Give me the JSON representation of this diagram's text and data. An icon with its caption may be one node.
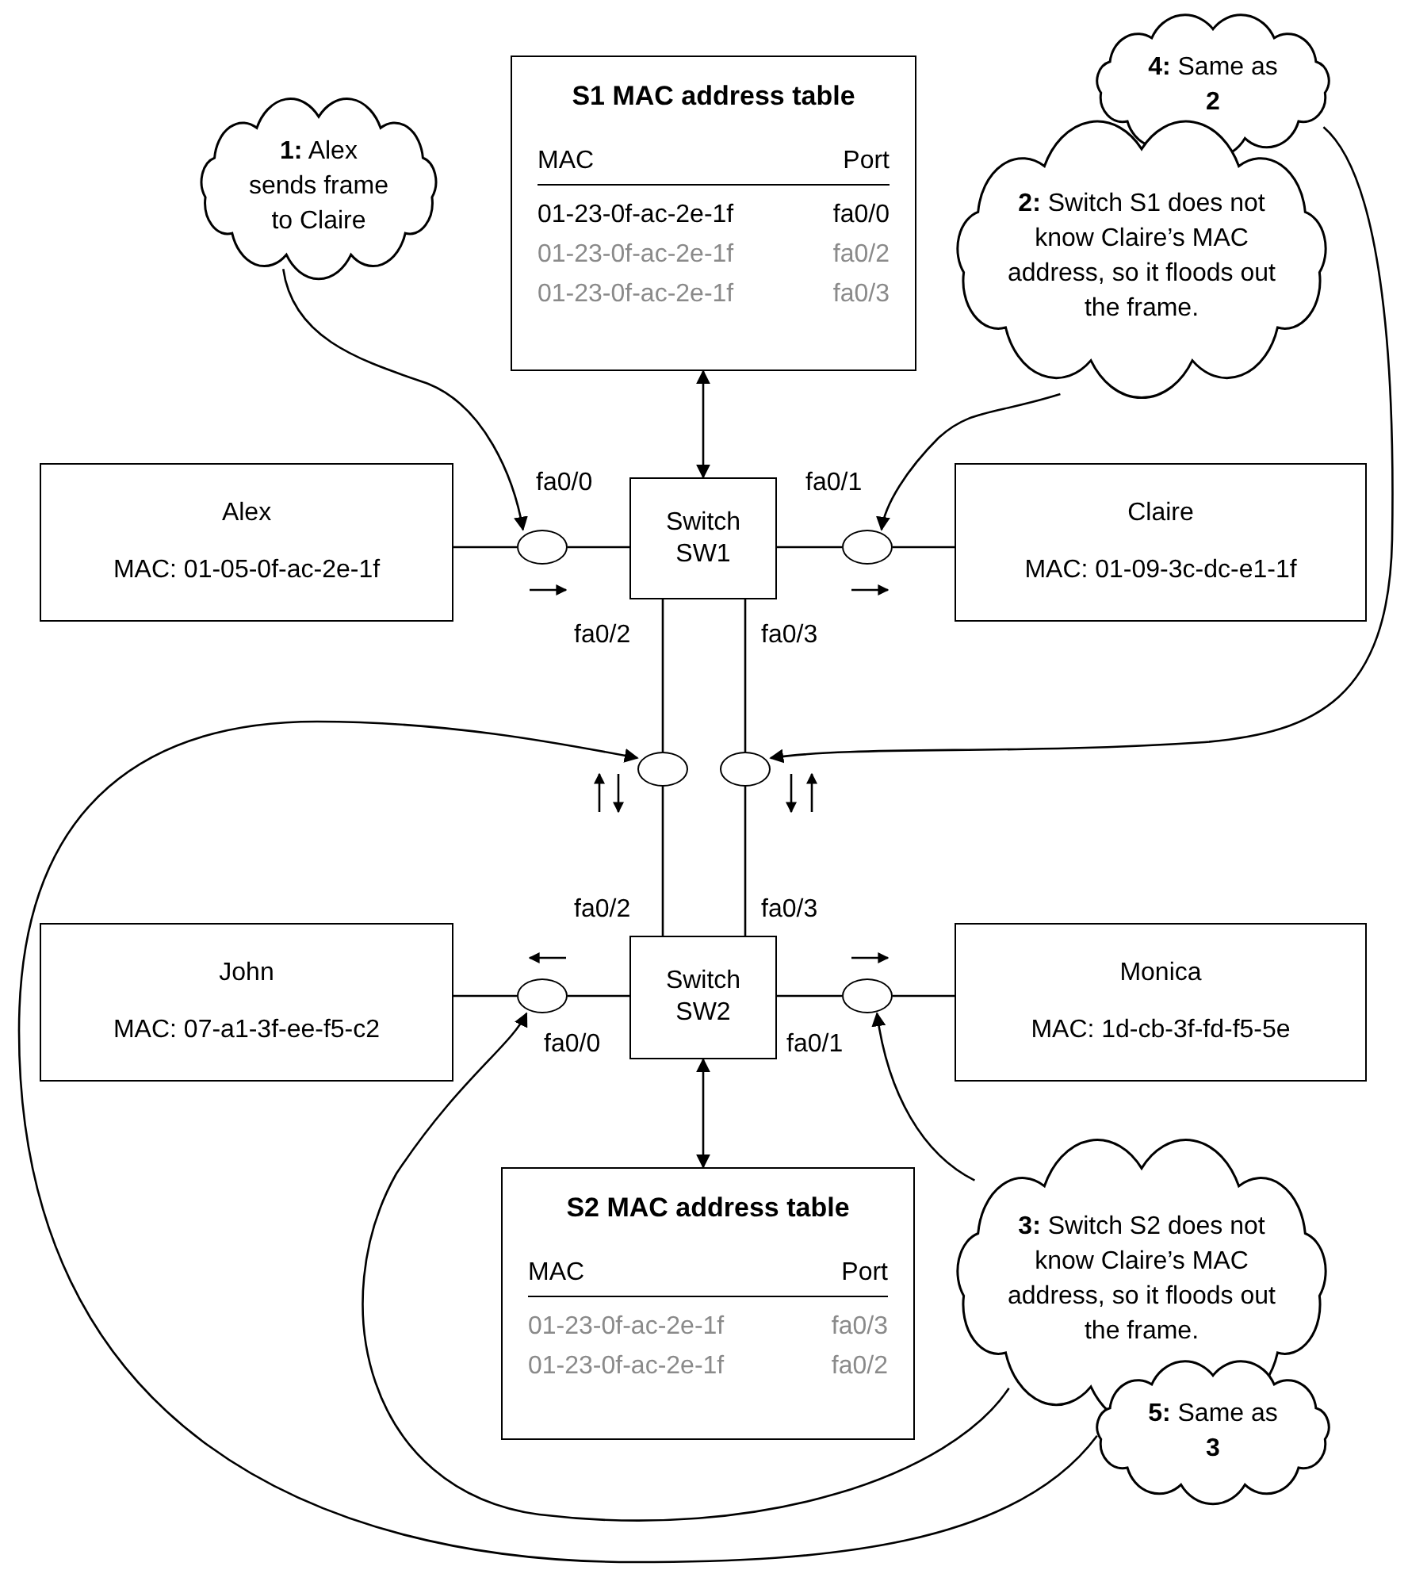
{
  "diagram": {
    "nodes": [
      {
        "text": [
          "**1:** Alex sends frame to Claire"
        ]
      },
      {
        "text": [
          "S1 MAC address table",
          "MAC",
          "Port",
          "01-23-0f-ac-2e-1f",
          "fa0/0",
          "01-23-0f-ac-2e-1f",
          "fa0/2",
          "01-23-0f-ac-2e-1f",
          "fa0/3"
        ]
      },
      {
        "text": [
          "**4:** Same as **2**"
        ]
      },
      {
        "text": [
          "**2:** Switch S1 does not know Claire’s MAC address, so it floods out the frame."
        ]
      },
      {
        "text": [
          "Alex",
          "MAC: 01-05-0f-ac-2e-1f"
        ]
      },
      {
        "text": [
          "Switch SW1"
        ]
      },
      {
        "text": [
          "Claire",
          "MAC: 01-09-3c-dc-e1-1f"
        ]
      },
      {
        "text": [],
        "shape": "ellipse"
      },
      {
        "text": [],
        "shape": "ellipse"
      },
      {
        "text": [],
        "shape": "ellipse"
      },
      {
        "text": [],
        "shape": "ellipse"
      },
      {
        "text": [
          "John",
          "MAC: 07-a1-3f-ee-f5-c2"
        ]
      },
      {
        "text": [
          "Switch SW2"
        ]
      },
      {
        "text": [
          "Monica",
          "MAC: 1d-cb-3f-fd-f5-5e"
        ]
      },
      {
        "text": [],
        "shape": "ellipse"
      },
      {
        "text": [],
        "shape": "ellipse"
      },
      {
        "text": [
          "S2 MAC address table",
          "MAC",
          "Port",
          "01-23-0f-ac-2e-1f",
          "fa0/3",
          "01-23-0f-ac-2e-1f",
          "fa0/2"
        ]
      },
      {
        "text": [
          "**3:** Switch S2 does not know Claire’s MAC address, so it floods out the frame."
        ]
      },
      {
        "text": [
          "**5:** Same as **3**"
        ]
      }
    ],
    "edges": [
      {
        "from": 0,
        "to": 7,
        "arrow": "to"
      },
      {
        "from": 1,
        "to": 5,
        "arrow": "both"
      },
      {
        "from": 3,
        "to": 8,
        "arrow": "to"
      },
      {
        "from": 2,
        "to": 10,
        "arrow": "to"
      },
      {
        "from": 17,
        "to": 15,
        "arrow": "to"
      },
      {
        "from": 17,
        "to": 14,
        "arrow": "to"
      },
      {
        "from": 18,
        "to": 9,
        "arrow": "to"
      },
      {
        "from": 4,
        "to": 7,
        "arrow": "none"
      },
      {
        "from": 7,
        "to": 5,
        "arrow": "none"
      },
      {
        "from": 5,
        "to": 8,
        "arrow": "none"
      },
      {
        "from": 8,
        "to": 6,
        "arrow": "none"
      },
      {
        "from": 5,
        "to": 9,
        "arrow": "none"
      },
      {
        "from": 9,
        "to": 12,
        "arrow": "none"
      },
      {
        "from": 5,
        "to": 10,
        "arrow": "none"
      },
      {
        "from": 10,
        "to": 12,
        "arrow": "none"
      },
      {
        "from": 11,
        "to": 14,
        "arrow": "none"
      },
      {
        "from": 14,
        "to": 12,
        "arrow": "none"
      },
      {
        "from": 12,
        "to": 15,
        "arrow": "none"
      },
      {
        "from": 15,
        "to": 13,
        "arrow": "none"
      },
      {
        "from": 12,
        "to": 16,
        "arrow": "both"
      }
    ],
    "labels": [
      "fa0/0",
      "fa0/1",
      "fa0/2",
      "fa0/3",
      "fa0/2",
      "fa0/3",
      "fa0/0",
      "fa0/1"
    ]
  }
}
